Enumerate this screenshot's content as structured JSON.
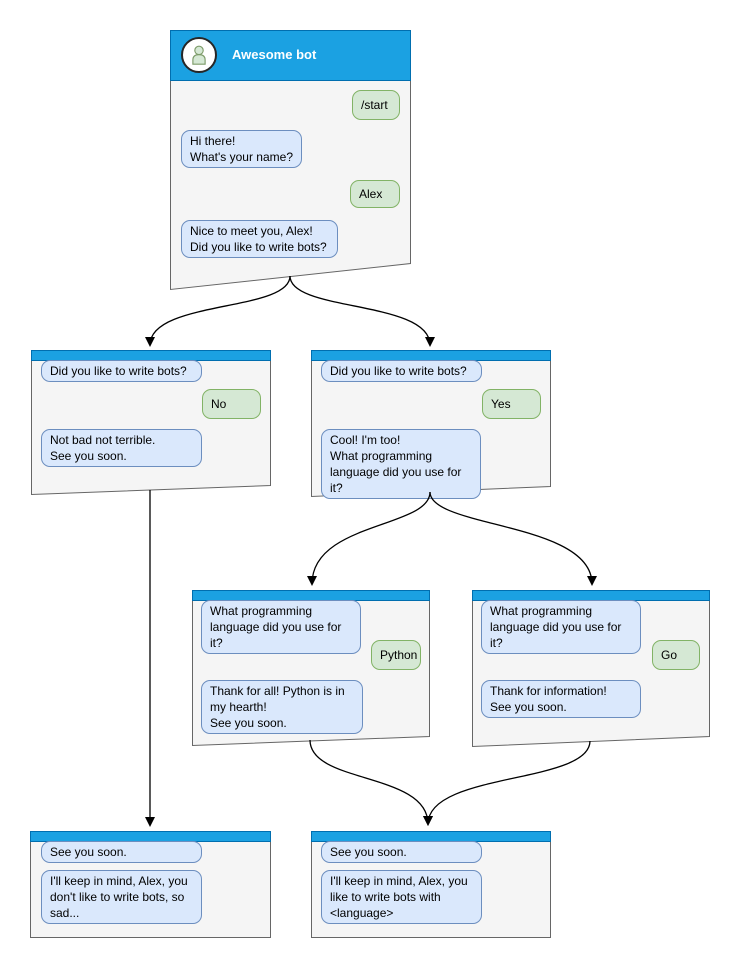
{
  "diagram": {
    "kind": "telegram-bot-conversation-flow",
    "bot_title": "Awesome bot"
  },
  "colors": {
    "header_fill": "#1ba1e2",
    "header_stroke": "#006eaf",
    "window_fill": "#f5f5f5",
    "window_stroke": "#666666",
    "bot_bubble_fill": "#dae8fc",
    "bot_bubble_stroke": "#6c8ebf",
    "user_bubble_fill": "#d5e8d4",
    "user_bubble_stroke": "#82b366",
    "title_text": "#ffffff",
    "connector": "#000000",
    "avatar_person_fill": "#d5e8d4",
    "avatar_person_stroke": "#7d9b69"
  },
  "windows": [
    {
      "id": "start",
      "title": "Awesome bot",
      "messages": [
        {
          "from": "user",
          "text": "/start"
        },
        {
          "from": "bot",
          "text": "Hi there!\nWhat's your name?"
        },
        {
          "from": "user",
          "text": "Alex"
        },
        {
          "from": "bot",
          "text": "Nice to meet you, Alex!\nDid you like to write bots?"
        }
      ]
    },
    {
      "id": "answer-no",
      "messages": [
        {
          "from": "bot",
          "text": "Did you like to write bots?"
        },
        {
          "from": "user",
          "text": "No"
        },
        {
          "from": "bot",
          "text": "Not bad not terrible.\nSee you soon."
        }
      ]
    },
    {
      "id": "answer-yes",
      "messages": [
        {
          "from": "bot",
          "text": "Did you like to write bots?"
        },
        {
          "from": "user",
          "text": "Yes"
        },
        {
          "from": "bot",
          "text": "Cool! I'm too!\nWhat programming\nlanguage did you use for it?"
        }
      ]
    },
    {
      "id": "lang-python",
      "messages": [
        {
          "from": "bot",
          "text": "What programming\nlanguage did you use for it?"
        },
        {
          "from": "user",
          "text": "Python"
        },
        {
          "from": "bot",
          "text": "Thank for all! Python is in\nmy hearth!\nSee you soon."
        }
      ]
    },
    {
      "id": "lang-go",
      "messages": [
        {
          "from": "bot",
          "text": "What programming\nlanguage did you use for it?"
        },
        {
          "from": "user",
          "text": "Go"
        },
        {
          "from": "bot",
          "text": "Thank for information!\nSee you soon."
        }
      ]
    },
    {
      "id": "end-no",
      "messages": [
        {
          "from": "bot",
          "text": "See you soon."
        },
        {
          "from": "bot",
          "text": "I'll keep in mind, Alex, you\ndon't like to write bots, so\nsad..."
        }
      ]
    },
    {
      "id": "end-yes",
      "messages": [
        {
          "from": "bot",
          "text": "See you soon."
        },
        {
          "from": "bot",
          "text": "I'll keep in mind, Alex, you\nlike to write bots with\n<language>"
        }
      ]
    }
  ],
  "edges": [
    {
      "from": "start",
      "to": "answer-no"
    },
    {
      "from": "start",
      "to": "answer-yes"
    },
    {
      "from": "answer-yes",
      "to": "lang-python"
    },
    {
      "from": "answer-yes",
      "to": "lang-go"
    },
    {
      "from": "answer-no",
      "to": "end-no"
    },
    {
      "from": "lang-python",
      "to": "end-yes"
    },
    {
      "from": "lang-go",
      "to": "end-yes"
    }
  ]
}
